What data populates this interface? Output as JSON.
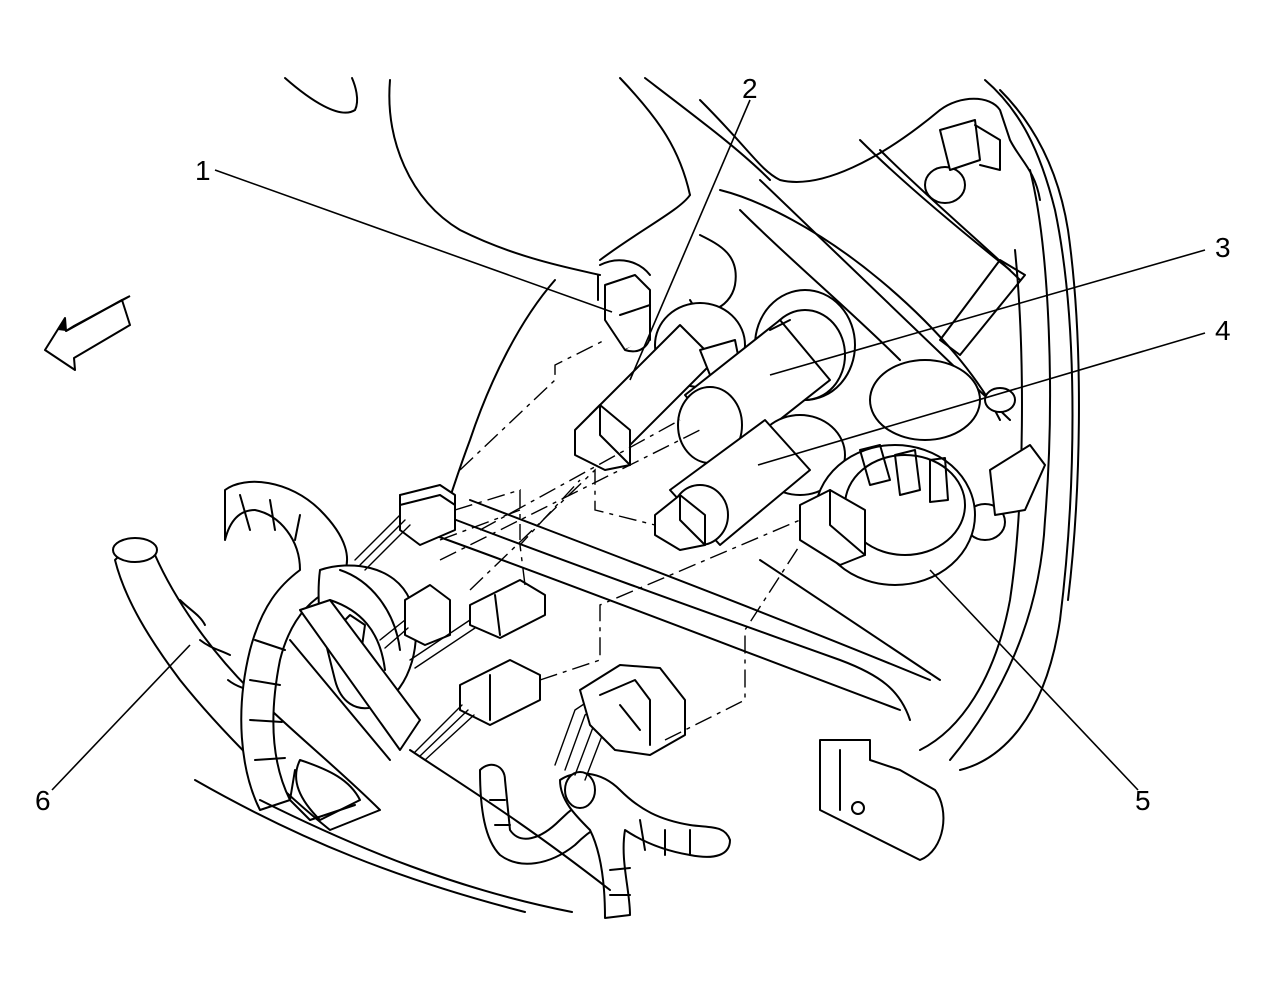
{
  "callouts": [
    {
      "id": "1",
      "label": "1"
    },
    {
      "id": "2",
      "label": "2"
    },
    {
      "id": "3",
      "label": "3"
    },
    {
      "id": "4",
      "label": "4"
    },
    {
      "id": "5",
      "label": "5"
    },
    {
      "id": "6",
      "label": "6"
    }
  ],
  "orientation_icon": "front-direction-arrow-icon"
}
